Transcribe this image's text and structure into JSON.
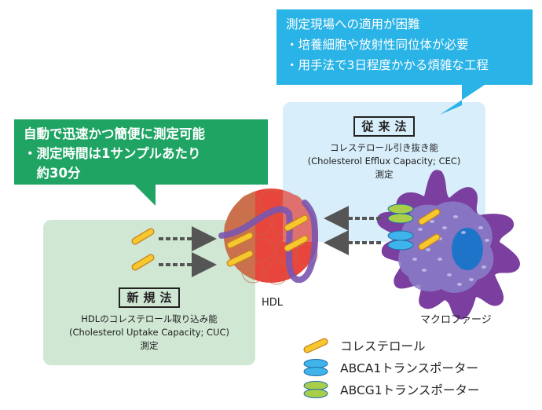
{
  "callout_conventional": {
    "lines": [
      "測定現場への適用が困難",
      "・培養細胞や放射性同位体が必要",
      "・用手法で3日程度かかる煩雑な工程"
    ],
    "color": "#29b3e6"
  },
  "callout_new": {
    "lines": [
      "自動で迅速かつ簡便に測定可能",
      "・測定時間は1サンプルあたり",
      "　約30分"
    ],
    "color": "#1fa464"
  },
  "conventional_method": {
    "tag": "従来法",
    "desc": [
      "コレステロール引き抜き能",
      "(Cholesterol Efflux Capacity; CEC)",
      "測定"
    ],
    "bg": "#d8eefa"
  },
  "new_method": {
    "tag": "新規法",
    "desc": [
      "HDLのコレステロール取り込み能",
      "(Cholesterol Uptake Capacity; CUC)",
      "測定"
    ],
    "bg": "#cfe7d3"
  },
  "labels": {
    "hdl": "HDL",
    "macrophage": "マクロファージ"
  },
  "legend": [
    {
      "icon": "cholesterol-icon",
      "label": "コレステロール",
      "color": "#f7c730"
    },
    {
      "icon": "abca1-transporter-icon",
      "label": "ABCA1トランスポーター",
      "color": "#3fb4ea"
    },
    {
      "icon": "abcg1-transporter-icon",
      "label": "ABCG1トランスポーター",
      "color": "#a9cf4a"
    }
  ]
}
